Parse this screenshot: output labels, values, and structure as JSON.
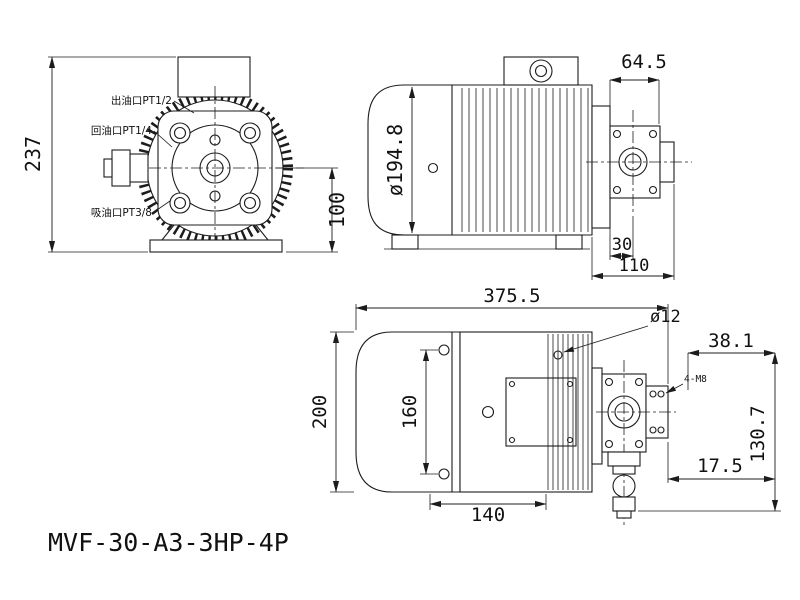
{
  "title": "MVF-30-A3-3HP-4P",
  "front_view": {
    "port_labels": {
      "outlet": "出油口PT1/2",
      "return_port": "回油口PT1/4",
      "suction": "吸油口PT3/8"
    },
    "dims": {
      "overall_height": "237",
      "center_height": "100"
    }
  },
  "side_view": {
    "dims": {
      "frame_diameter": "ø194.8",
      "pump_width": "64.5",
      "flange_offset": "30",
      "pump_length": "110"
    }
  },
  "bottom_view": {
    "dims": {
      "overall_length": "375.5",
      "mount_hole": "ø12",
      "frame_width": "200",
      "bolt_spacing": "160",
      "foot_spacing": "140",
      "port_offset": "38.1",
      "shaft_offset": "17.5",
      "pump_height": "130.7",
      "thread_spec": "4-M8"
    }
  }
}
